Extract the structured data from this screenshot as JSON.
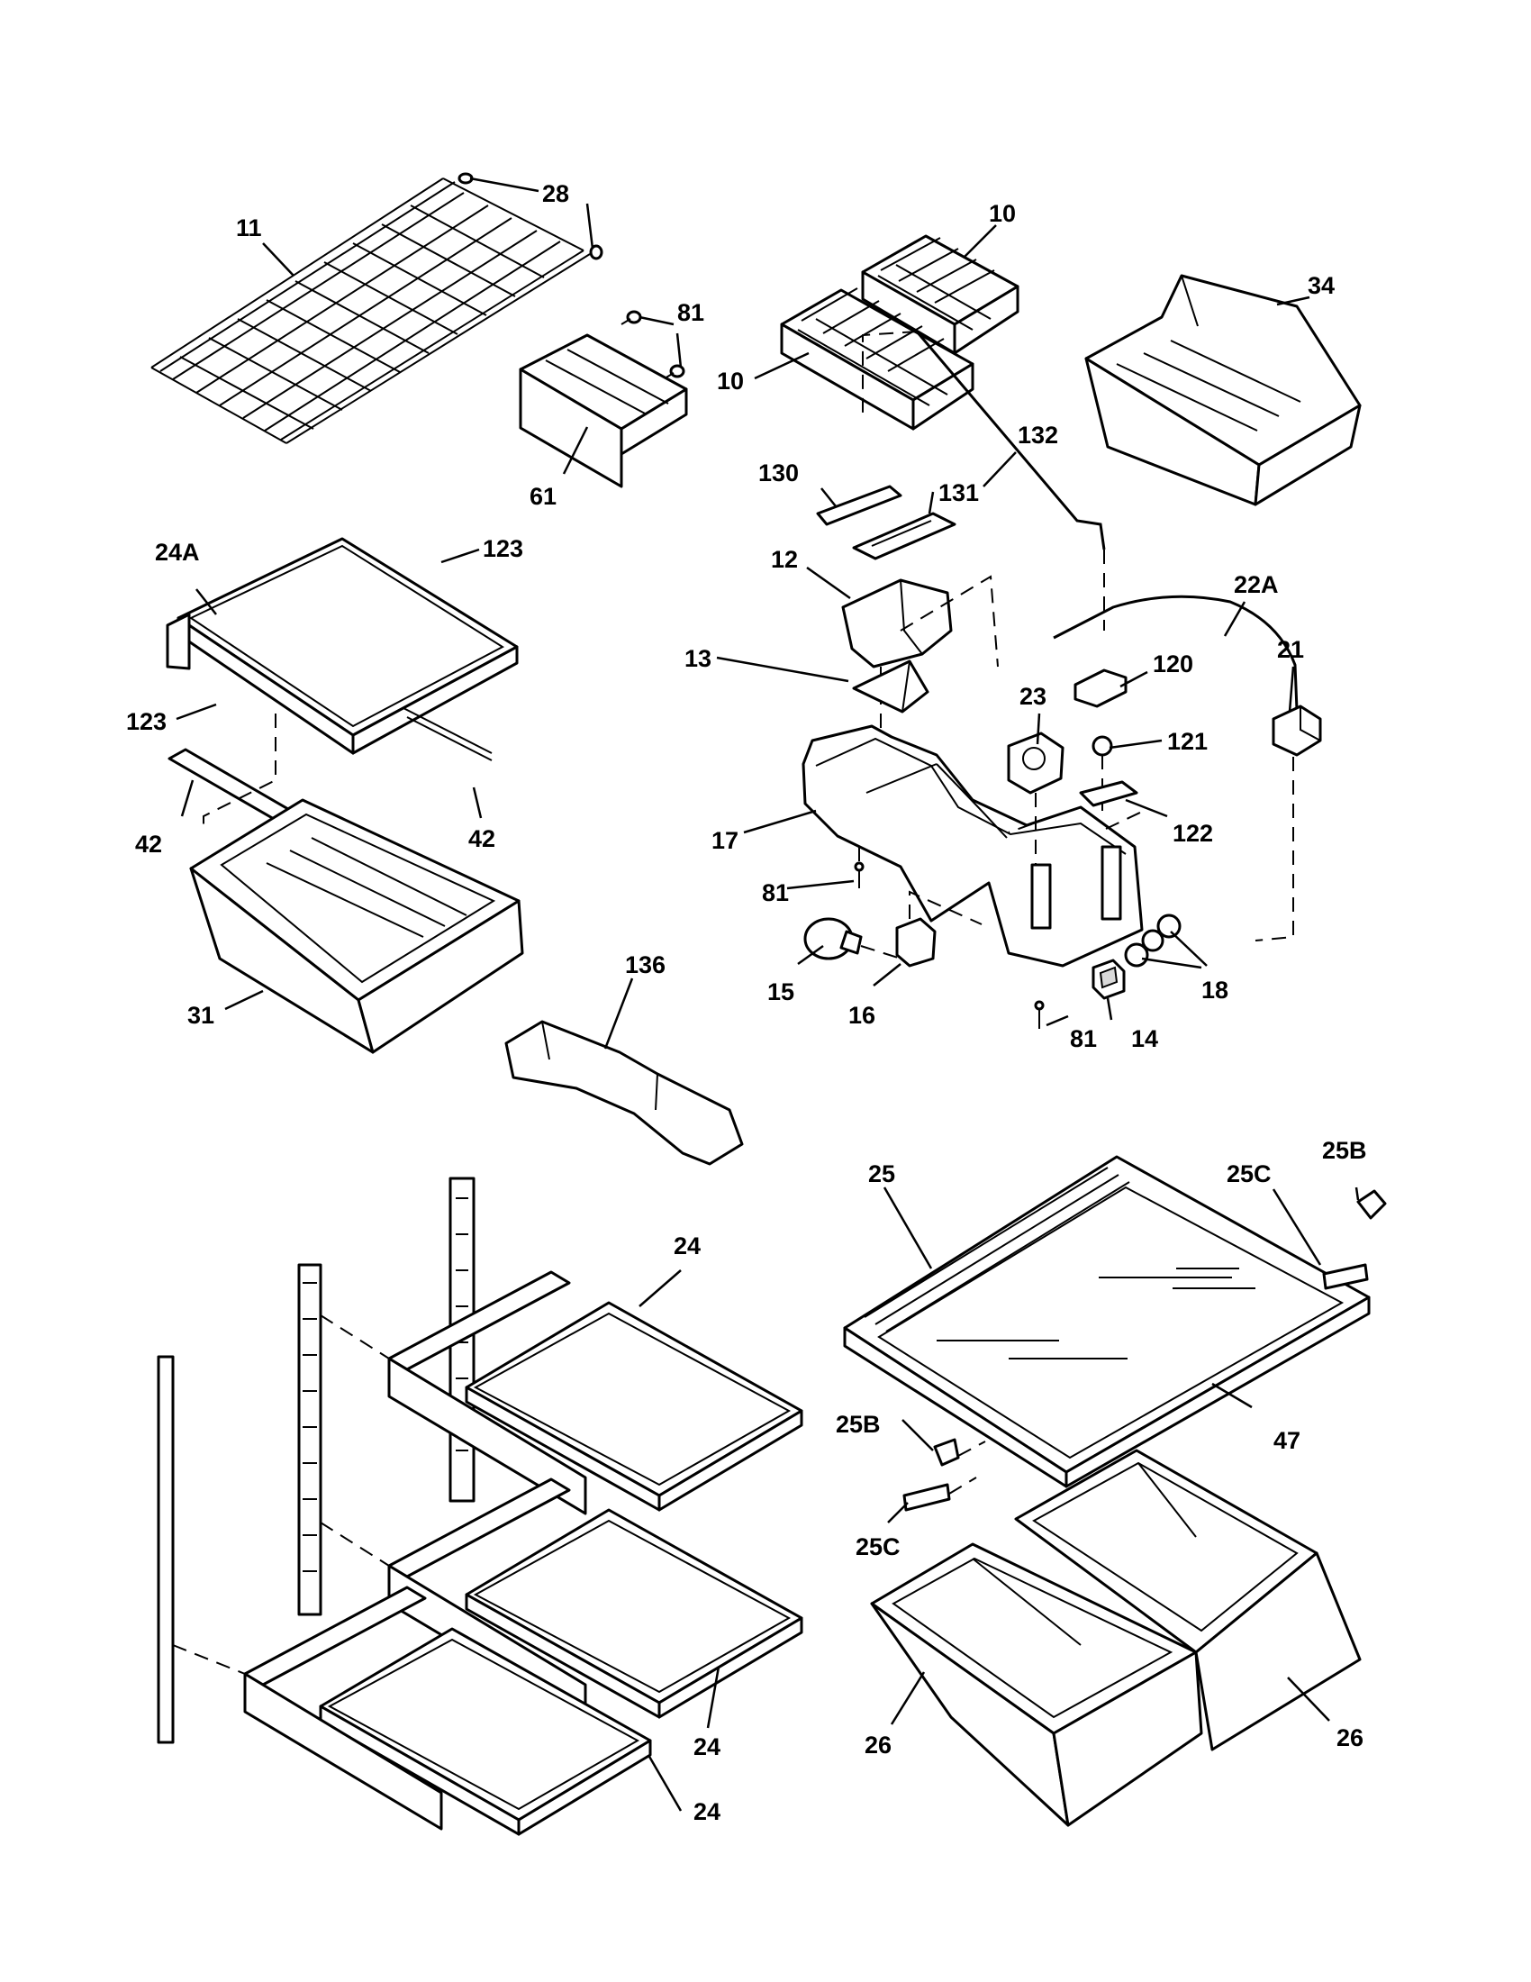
{
  "labels": [
    {
      "id": "28",
      "text": "28"
    },
    {
      "id": "11",
      "text": "11"
    },
    {
      "id": "81a",
      "text": "81"
    },
    {
      "id": "61",
      "text": "61"
    },
    {
      "id": "10a",
      "text": "10"
    },
    {
      "id": "10b",
      "text": "10"
    },
    {
      "id": "34",
      "text": "34"
    },
    {
      "id": "132",
      "text": "132"
    },
    {
      "id": "130",
      "text": "130"
    },
    {
      "id": "131",
      "text": "131"
    },
    {
      "id": "12",
      "text": "12"
    },
    {
      "id": "24A",
      "text": "24A"
    },
    {
      "id": "123a",
      "text": "123"
    },
    {
      "id": "123b",
      "text": "123"
    },
    {
      "id": "42a",
      "text": "42"
    },
    {
      "id": "42b",
      "text": "42"
    },
    {
      "id": "31",
      "text": "31"
    },
    {
      "id": "13",
      "text": "13"
    },
    {
      "id": "22A",
      "text": "22A"
    },
    {
      "id": "21",
      "text": "21"
    },
    {
      "id": "120",
      "text": "120"
    },
    {
      "id": "23",
      "text": "23"
    },
    {
      "id": "121",
      "text": "121"
    },
    {
      "id": "122",
      "text": "122"
    },
    {
      "id": "17",
      "text": "17"
    },
    {
      "id": "81b",
      "text": "81"
    },
    {
      "id": "15",
      "text": "15"
    },
    {
      "id": "16",
      "text": "16"
    },
    {
      "id": "18",
      "text": "18"
    },
    {
      "id": "81c",
      "text": "81"
    },
    {
      "id": "14",
      "text": "14"
    },
    {
      "id": "136",
      "text": "136"
    },
    {
      "id": "25",
      "text": "25"
    },
    {
      "id": "25C_top",
      "text": "25C"
    },
    {
      "id": "25B_top",
      "text": "25B"
    },
    {
      "id": "24_top",
      "text": "24"
    },
    {
      "id": "47",
      "text": "47"
    },
    {
      "id": "25B_bottom",
      "text": "25B"
    },
    {
      "id": "25C_bottom",
      "text": "25C"
    },
    {
      "id": "24_mid",
      "text": "24"
    },
    {
      "id": "24_bottom",
      "text": "24"
    },
    {
      "id": "26a",
      "text": "26"
    },
    {
      "id": "26b",
      "text": "26"
    }
  ]
}
